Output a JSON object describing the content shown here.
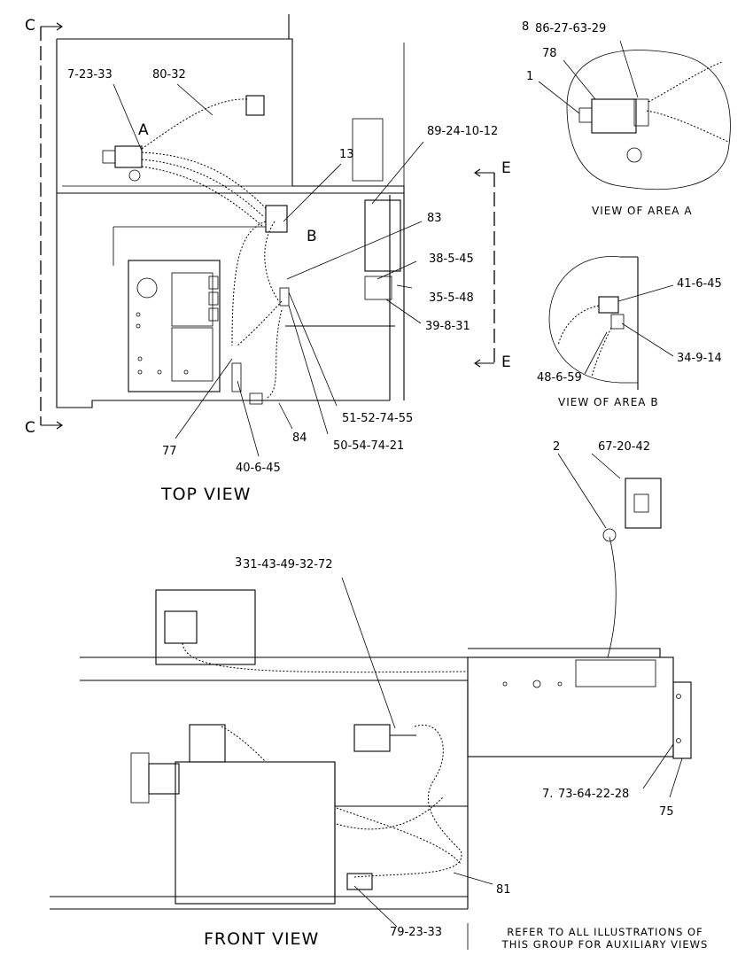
{
  "views": {
    "top_view": "TOP VIEW",
    "front_view": "FRONT VIEW",
    "view_a": "VIEW OF AREA A",
    "view_b": "VIEW OF AREA B"
  },
  "section_marks": {
    "c_top": "C",
    "c_bottom": "C",
    "e_top": "E",
    "e_bottom": "E",
    "area_a": "A",
    "area_b": "B"
  },
  "callouts": {
    "c_7_23_33": "7-23-33",
    "c_80_32": "80-32",
    "c_13": "13",
    "c_89_24_10_12": "89-24-10-12",
    "c_83": "83",
    "c_38_5_45": "38-5-45",
    "c_35_5_48": "35-5-48",
    "c_39_8_31": "39-8-31",
    "c_51_52_74_55": "51-52-74-55",
    "c_50_54_74_21": "50-54-74-21",
    "c_84": "84",
    "c_77": "77",
    "c_40_6_45": "40-6-45",
    "c_8": "8",
    "c_86_27_63_29": "86-27-63-29",
    "c_78": "78",
    "c_1": "1",
    "c_41_6_45": "41-6-45",
    "c_34_9_14": "34-9-14",
    "c_48_6_59": "48-6-59",
    "c_2": "2",
    "c_67_20_42": "67-20-42",
    "c_3": "3",
    "c_31_43_49_32_72": "31-43-49-32-72",
    "c_7": "7.",
    "c_73_64_22_28": "73-64-22-28",
    "c_75": "75",
    "c_81": "81",
    "c_79_23_33": "79-23-33"
  },
  "note": {
    "line1": "REFER TO ALL ILLUSTRATIONS OF",
    "line2": "THIS GROUP FOR AUXILIARY VIEWS"
  }
}
